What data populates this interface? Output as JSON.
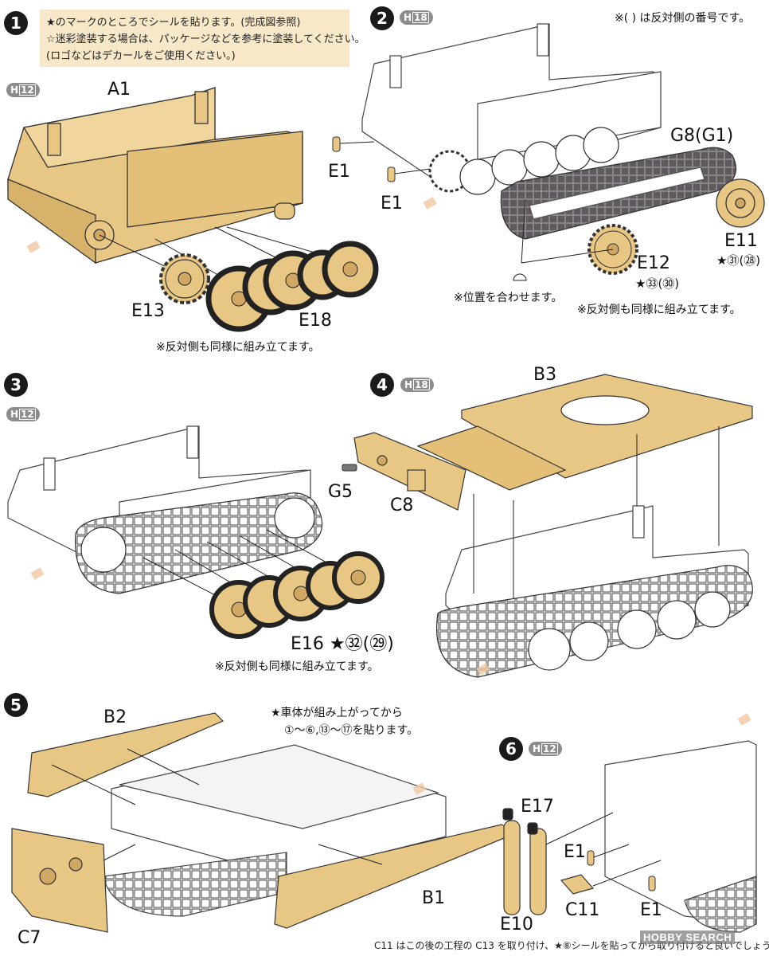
{
  "steps": [
    {
      "number": "1",
      "badge_prefix": "H",
      "badge_num": "12"
    },
    {
      "number": "2",
      "badge_prefix": "H",
      "badge_num": "18"
    },
    {
      "number": "3",
      "badge_prefix": "H",
      "badge_num": "12"
    },
    {
      "number": "4",
      "badge_prefix": "H",
      "badge_num": "18"
    },
    {
      "number": "5"
    },
    {
      "number": "6",
      "badge_prefix": "H",
      "badge_num": "12"
    }
  ],
  "notes": {
    "box_line1": "★のマークのところでシールを貼ります。(完成図参照)",
    "box_line2": "☆迷彩塗装する場合は、パッケージなどを参考に塗装してください。",
    "box_line3": "(ロゴなどはデカールをご使用ください。)",
    "top_right": "※( ) は反対側の番号です。",
    "step1_opposite": "※反対側も同様に組み立てます。",
    "step2_align": "※位置を合わせます。",
    "step2_opposite": "※反対側も同様に組み立てます。",
    "step3_opposite": "※反対側も同様に組み立てます。",
    "step5_line1": "★車体が組み上がってから",
    "step5_line2": "①～⑥,⑬～⑰を貼ります。"
  },
  "parts": {
    "a1": "A1",
    "e13": "E13",
    "e18": "E18",
    "e1_top": "E1",
    "e1_mid": "E1",
    "g8": "G8(G1)",
    "e11": "E11",
    "e11_star": "★㉛(㉘)",
    "e12": "E12",
    "e12_star": "★㉝(㉚)",
    "e16": "E16 ★㉜(㉙)",
    "b3": "B3",
    "g5": "G5",
    "c8": "C8",
    "b2": "B2",
    "b1": "B1",
    "c7": "C7",
    "e17": "E17",
    "e1_s6a": "E1",
    "e1_s6b": "E1",
    "c11": "C11",
    "e10": "E10"
  },
  "footer": "C11 はこの後の工程の C13 を取り付け、★⑧シールを貼ってから取り付けると良いでしょう。",
  "watermark": "HOBBY SEARCH",
  "colors": {
    "tan": "#e8c785",
    "tan_dark": "#b8955a",
    "track": "#7a7478",
    "note_bg": "#f6e8c9",
    "badge": "#8c8c8c"
  }
}
